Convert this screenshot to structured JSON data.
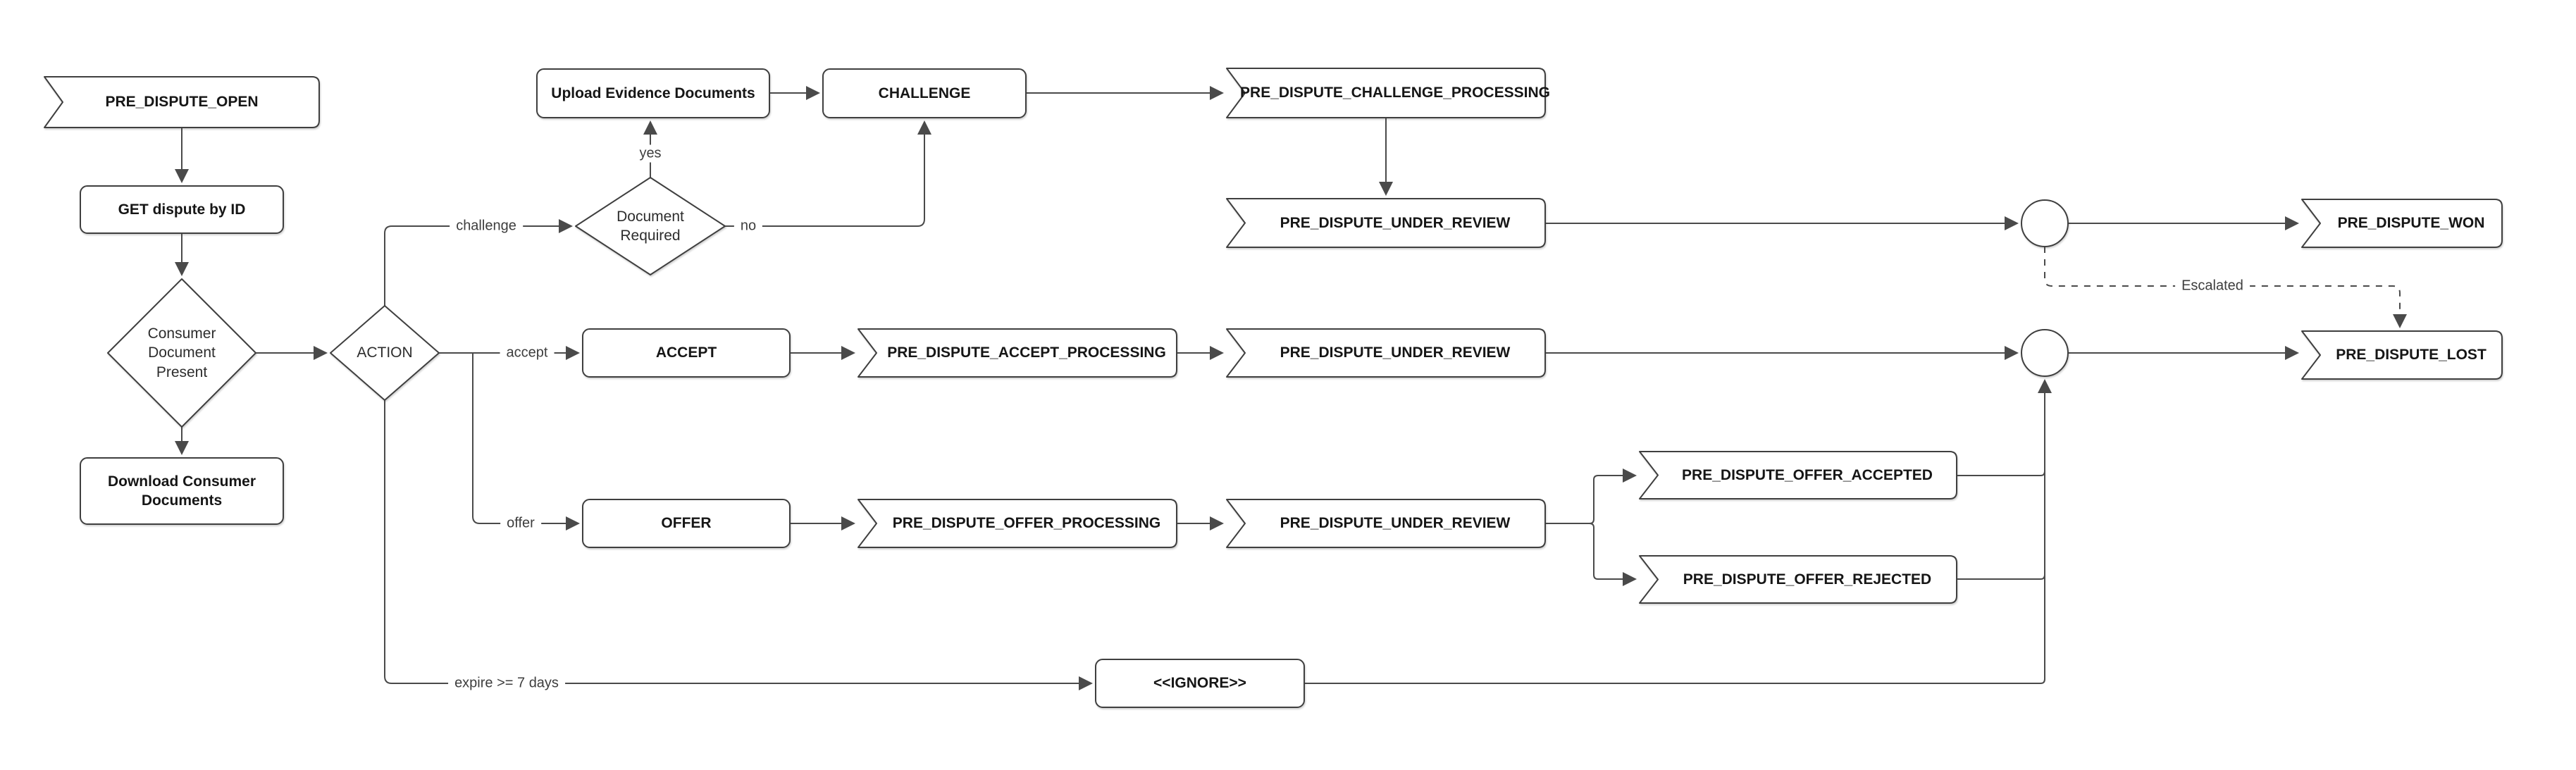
{
  "diagram": {
    "background_color": "#ffffff",
    "stroke_color": "#3f3f3f",
    "node_fill_color": "#ffffff",
    "text_color": "#161616",
    "nodes": {
      "pre_dispute_open": {
        "label": "PRE_DISPUTE_OPEN",
        "shape": "flag"
      },
      "get_dispute_by_id": {
        "label": "GET dispute by ID",
        "shape": "process"
      },
      "consumer_document_present": {
        "label": "Consumer Document Present",
        "shape": "decision"
      },
      "download_consumer_documents": {
        "label": "Download Consumer Documents",
        "shape": "process"
      },
      "action": {
        "label": "ACTION",
        "shape": "decision"
      },
      "document_required": {
        "label": "Document Required",
        "shape": "decision"
      },
      "upload_evidence_documents": {
        "label": "Upload Evidence Documents",
        "shape": "process"
      },
      "challenge": {
        "label": "CHALLENGE",
        "shape": "process"
      },
      "pre_dispute_challenge_processing": {
        "label": "PRE_DISPUTE_CHALLENGE_PROCESSING",
        "shape": "flag"
      },
      "pre_dispute_under_review_challenge": {
        "label": "PRE_DISPUTE_UNDER_REVIEW",
        "shape": "flag"
      },
      "accept": {
        "label": "ACCEPT",
        "shape": "process"
      },
      "pre_dispute_accept_processing": {
        "label": "PRE_DISPUTE_ACCEPT_PROCESSING",
        "shape": "flag"
      },
      "pre_dispute_under_review_accept": {
        "label": "PRE_DISPUTE_UNDER_REVIEW",
        "shape": "flag"
      },
      "offer": {
        "label": "OFFER",
        "shape": "process"
      },
      "pre_dispute_offer_processing": {
        "label": "PRE_DISPUTE_OFFER_PROCESSING",
        "shape": "flag"
      },
      "pre_dispute_under_review_offer": {
        "label": "PRE_DISPUTE_UNDER_REVIEW",
        "shape": "flag"
      },
      "pre_dispute_offer_accepted": {
        "label": "PRE_DISPUTE_OFFER_ACCEPTED",
        "shape": "flag"
      },
      "pre_dispute_offer_rejected": {
        "label": "PRE_DISPUTE_OFFER_REJECTED",
        "shape": "flag"
      },
      "ignore": {
        "label": "<<IGNORE>>",
        "shape": "process"
      },
      "junction_review_won": {
        "label": "",
        "shape": "connector-circle"
      },
      "junction_review_lost": {
        "label": "",
        "shape": "connector-circle"
      },
      "pre_dispute_won": {
        "label": "PRE_DISPUTE_WON",
        "shape": "flag"
      },
      "pre_dispute_lost": {
        "label": "PRE_DISPUTE_LOST",
        "shape": "flag"
      }
    },
    "edge_labels": {
      "challenge": "challenge",
      "yes": "yes",
      "no": "no",
      "accept": "accept",
      "offer": "offer",
      "expire": "expire >= 7 days",
      "escalated": "Escalated"
    }
  }
}
